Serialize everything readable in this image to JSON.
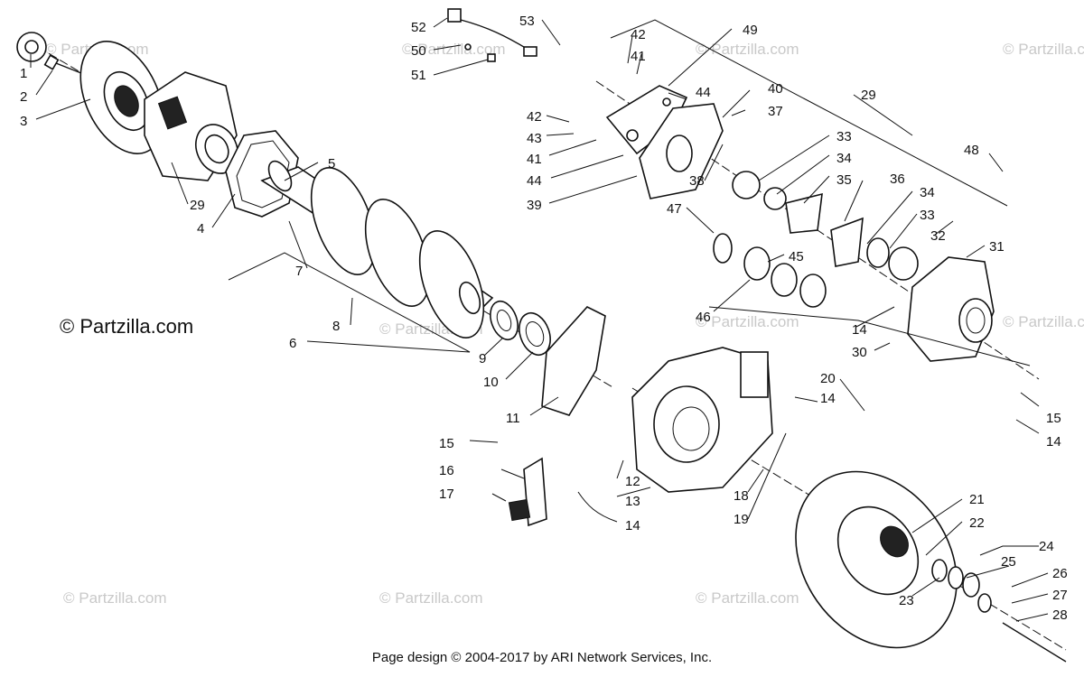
{
  "copyright_main": "© Partzilla.com",
  "watermark": "© Partzilla.com",
  "footer": "Page design © 2004-2017 by ARI Network Services, Inc.",
  "callouts": [
    "1",
    "2",
    "3",
    "29",
    "4",
    "5",
    "7",
    "6",
    "8",
    "9",
    "10",
    "11",
    "15",
    "16",
    "17",
    "12",
    "13",
    "14",
    "18",
    "19",
    "20",
    "14",
    "15",
    "14",
    "21",
    "22",
    "24",
    "25",
    "23",
    "26",
    "27",
    "28",
    "52",
    "50",
    "51",
    "53",
    "42",
    "41",
    "49",
    "44",
    "40",
    "29",
    "42",
    "43",
    "41",
    "44",
    "39",
    "37",
    "38",
    "33",
    "34",
    "35",
    "36",
    "48",
    "34",
    "33",
    "32",
    "31",
    "47",
    "45",
    "46",
    "14",
    "30"
  ]
}
